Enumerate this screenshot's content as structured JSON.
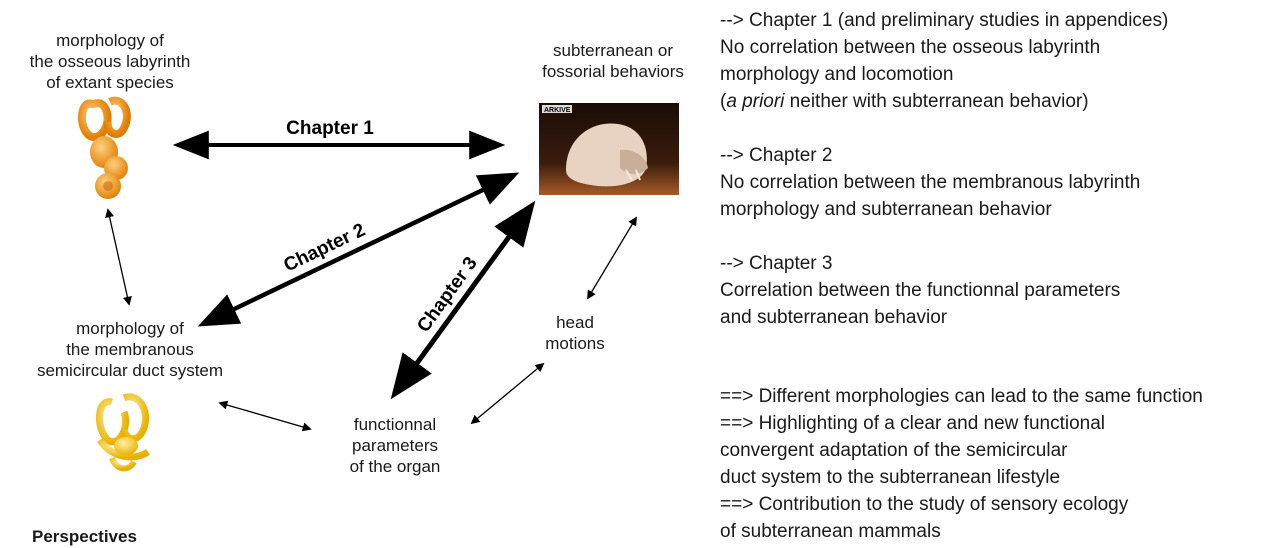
{
  "nodes": {
    "osseous": [
      "morphology of",
      "the osseous labyrinth",
      "of extant species"
    ],
    "behavior": [
      "subterranean or",
      "fossorial behaviors"
    ],
    "membranous": [
      "morphology of",
      "the membranous",
      "semicircular duct system"
    ],
    "head": [
      "head",
      "motions"
    ],
    "functional": [
      "functionnal",
      "parameters",
      "of the organ"
    ]
  },
  "photo": {
    "logo": "ARKIVE"
  },
  "chapters": {
    "c1": "Chapter 1",
    "c2": "Chapter 2",
    "c3": "Chapter 3"
  },
  "findings": {
    "ch1_head": "--> Chapter 1 (and preliminary studies in appendices)",
    "ch1_l1": "No correlation between the osseous labyrinth",
    "ch1_l2": "morphology and locomotion",
    "ch1_l3_italic": "a priori",
    "ch1_l3_rest": " neither with subterranean behavior)",
    "ch1_l3_open": "(",
    "ch2_head": "--> Chapter 2",
    "ch2_l1": "No correlation between the membranous labyrinth",
    "ch2_l2": "morphology and subterranean behavior",
    "ch3_head": "--> Chapter 3",
    "ch3_l1": "Correlation between the functionnal parameters",
    "ch3_l2": "and subterranean behavior"
  },
  "conclusions": [
    "==> Different morphologies can lead to the same function",
    "==> Highlighting of a clear and new functional",
    "convergent adaptation of the semicircular",
    "duct system to the subterranean lifestyle",
    "==> Contribution to the study of sensory ecology",
    "of subterranean mammals"
  ],
  "section_title": "Perspectives",
  "colors": {
    "osseous_model": "#f59a1c",
    "membranous_model": "#f5c51e",
    "photo_bg": "#3a1a0a",
    "animal": "#e8d2c2"
  }
}
